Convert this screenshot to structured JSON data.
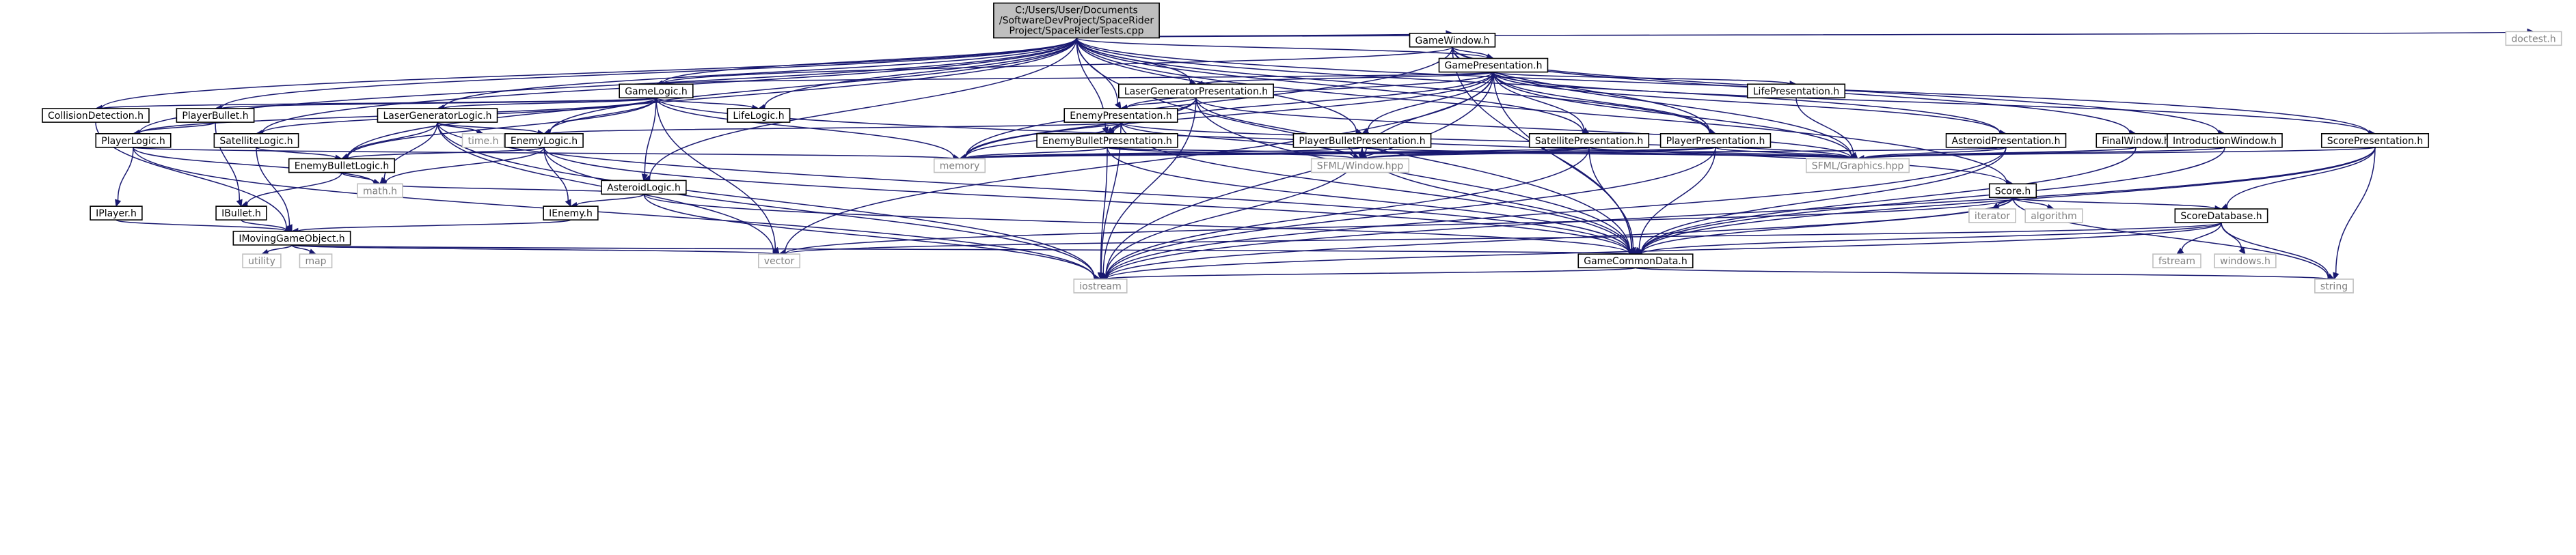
{
  "diagram": {
    "root": {
      "id": "root",
      "lines": [
        "C:/Users/User/Documents",
        "/SoftwareDevProject/SpaceRider",
        "Project/SpaceRiderTests.cpp"
      ]
    },
    "nodes": [
      {
        "id": "doctest",
        "label": "doctest.h",
        "external": true
      },
      {
        "id": "gamewindow",
        "label": "GameWindow.h"
      },
      {
        "id": "gamepres",
        "label": "GamePresentation.h"
      },
      {
        "id": "gamelogic",
        "label": "GameLogic.h"
      },
      {
        "id": "lasergenpres",
        "label": "LaserGeneratorPresentation.h"
      },
      {
        "id": "lifepres",
        "label": "LifePresentation.h"
      },
      {
        "id": "collision",
        "label": "CollisionDetection.h"
      },
      {
        "id": "playerbullet",
        "label": "PlayerBullet.h"
      },
      {
        "id": "lasergenlogic",
        "label": "LaserGeneratorLogic.h"
      },
      {
        "id": "lifelogic",
        "label": "LifeLogic.h"
      },
      {
        "id": "enemypres",
        "label": "EnemyPresentation.h"
      },
      {
        "id": "playerlogic",
        "label": "PlayerLogic.h"
      },
      {
        "id": "satellitelogic",
        "label": "SatelliteLogic.h"
      },
      {
        "id": "timeh",
        "label": "time.h",
        "external": true
      },
      {
        "id": "enemylogic",
        "label": "EnemyLogic.h"
      },
      {
        "id": "enemybulletpres",
        "label": "EnemyBulletPresentation.h"
      },
      {
        "id": "playerbulletpres",
        "label": "PlayerBulletPresentation.h"
      },
      {
        "id": "satellitepres",
        "label": "SatellitePresentation.h"
      },
      {
        "id": "playerpres",
        "label": "PlayerPresentation.h"
      },
      {
        "id": "asteroidpres",
        "label": "AsteroidPresentation.h"
      },
      {
        "id": "finalwindow",
        "label": "FinalWindow.h"
      },
      {
        "id": "introwindow",
        "label": "IntroductionWindow.h"
      },
      {
        "id": "scorepres",
        "label": "ScorePresentation.h"
      },
      {
        "id": "enemybulletlogic",
        "label": "EnemyBulletLogic.h"
      },
      {
        "id": "memory",
        "label": "memory",
        "external": true
      },
      {
        "id": "sfmlwindow",
        "label": "SFML/Window.hpp",
        "external": true
      },
      {
        "id": "sfmlgraphics",
        "label": "SFML/Graphics.hpp",
        "external": true
      },
      {
        "id": "asteroidlogic",
        "label": "AsteroidLogic.h"
      },
      {
        "id": "mathh",
        "label": "math.h",
        "external": true
      },
      {
        "id": "iplayer",
        "label": "IPlayer.h"
      },
      {
        "id": "ibullet",
        "label": "IBullet.h"
      },
      {
        "id": "ienemy",
        "label": "IEnemy.h"
      },
      {
        "id": "score",
        "label": "Score.h"
      },
      {
        "id": "imovinggameobject",
        "label": "IMovingGameObject.h"
      },
      {
        "id": "iterator",
        "label": "iterator",
        "external": true
      },
      {
        "id": "algorithm",
        "label": "algorithm",
        "external": true
      },
      {
        "id": "scoredb",
        "label": "ScoreDatabase.h"
      },
      {
        "id": "utility",
        "label": "utility",
        "external": true
      },
      {
        "id": "map",
        "label": "map",
        "external": true
      },
      {
        "id": "vector",
        "label": "vector",
        "external": true
      },
      {
        "id": "gamecommondata",
        "label": "GameCommonData.h"
      },
      {
        "id": "fstream",
        "label": "fstream",
        "external": true
      },
      {
        "id": "windowsh",
        "label": "windows.h",
        "external": true
      },
      {
        "id": "iostream",
        "label": "iostream",
        "external": true
      },
      {
        "id": "string",
        "label": "string",
        "external": true
      }
    ],
    "edges": [
      [
        "root",
        "doctest"
      ],
      [
        "root",
        "gamewindow"
      ],
      [
        "root",
        "gamepres"
      ],
      [
        "root",
        "gamelogic"
      ],
      [
        "root",
        "lasergenpres"
      ],
      [
        "root",
        "collision"
      ],
      [
        "root",
        "playerbullet"
      ],
      [
        "root",
        "lasergenlogic"
      ],
      [
        "root",
        "lifelogic"
      ],
      [
        "root",
        "enemypres"
      ],
      [
        "root",
        "playerlogic"
      ],
      [
        "root",
        "satellitelogic"
      ],
      [
        "root",
        "enemylogic"
      ],
      [
        "root",
        "enemybulletpres"
      ],
      [
        "root",
        "playerbulletpres"
      ],
      [
        "root",
        "satellitepres"
      ],
      [
        "root",
        "playerpres"
      ],
      [
        "root",
        "asteroidpres"
      ],
      [
        "root",
        "scorepres"
      ],
      [
        "root",
        "enemybulletlogic"
      ],
      [
        "root",
        "asteroidlogic"
      ],
      [
        "root",
        "score"
      ],
      [
        "root",
        "gamecommondata"
      ],
      [
        "gamewindow",
        "gamepres"
      ],
      [
        "gamewindow",
        "gamelogic"
      ],
      [
        "gamewindow",
        "finalwindow"
      ],
      [
        "gamewindow",
        "introwindow"
      ],
      [
        "gamewindow",
        "sfmlgraphics"
      ],
      [
        "gamewindow",
        "memory"
      ],
      [
        "gamewindow",
        "gamecommondata"
      ],
      [
        "gamewindow",
        "playerpres"
      ],
      [
        "gamepres",
        "gamelogic"
      ],
      [
        "gamepres",
        "lasergenpres"
      ],
      [
        "gamepres",
        "lifepres"
      ],
      [
        "gamepres",
        "enemypres"
      ],
      [
        "gamepres",
        "enemybulletpres"
      ],
      [
        "gamepres",
        "playerbulletpres"
      ],
      [
        "gamepres",
        "satellitepres"
      ],
      [
        "gamepres",
        "playerpres"
      ],
      [
        "gamepres",
        "asteroidpres"
      ],
      [
        "gamepres",
        "scorepres"
      ],
      [
        "gamepres",
        "memory"
      ],
      [
        "gamepres",
        "sfmlwindow"
      ],
      [
        "gamepres",
        "sfmlgraphics"
      ],
      [
        "gamepres",
        "vector"
      ],
      [
        "gamepres",
        "gamecommondata"
      ],
      [
        "gamepres",
        "iostream"
      ],
      [
        "gamelogic",
        "collision"
      ],
      [
        "gamelogic",
        "playerbullet"
      ],
      [
        "gamelogic",
        "lasergenlogic"
      ],
      [
        "gamelogic",
        "lifelogic"
      ],
      [
        "gamelogic",
        "playerlogic"
      ],
      [
        "gamelogic",
        "satellitelogic"
      ],
      [
        "gamelogic",
        "enemylogic"
      ],
      [
        "gamelogic",
        "enemybulletlogic"
      ],
      [
        "gamelogic",
        "asteroidlogic"
      ],
      [
        "gamelogic",
        "score"
      ],
      [
        "gamelogic",
        "memory"
      ],
      [
        "gamelogic",
        "vector"
      ],
      [
        "lasergenpres",
        "enemypres"
      ],
      [
        "lasergenpres",
        "enemybulletpres"
      ],
      [
        "lasergenpres",
        "sfmlwindow"
      ],
      [
        "lasergenpres",
        "sfmlgraphics"
      ],
      [
        "lasergenpres",
        "memory"
      ],
      [
        "lasergenpres",
        "gamecommondata"
      ],
      [
        "lasergenpres",
        "iostream"
      ],
      [
        "lifepres",
        "sfmlgraphics"
      ],
      [
        "collision",
        "imovinggameobject"
      ],
      [
        "playerbullet",
        "playerlogic"
      ],
      [
        "playerbullet",
        "ibullet"
      ],
      [
        "lasergenlogic",
        "enemylogic"
      ],
      [
        "lasergenlogic",
        "enemybulletlogic"
      ],
      [
        "lasergenlogic",
        "timeh"
      ],
      [
        "lasergenlogic",
        "mathh"
      ],
      [
        "lasergenlogic",
        "gamecommondata"
      ],
      [
        "lasergenlogic",
        "iostream"
      ],
      [
        "lasergenlogic",
        "vector"
      ],
      [
        "enemypres",
        "enemylogic"
      ],
      [
        "enemypres",
        "enemybulletpres"
      ],
      [
        "enemypres",
        "sfmlwindow"
      ],
      [
        "enemypres",
        "sfmlgraphics"
      ],
      [
        "enemypres",
        "memory"
      ],
      [
        "enemypres",
        "iostream"
      ],
      [
        "enemypres",
        "gamecommondata"
      ],
      [
        "playerlogic",
        "iplayer"
      ],
      [
        "playerlogic",
        "mathh"
      ],
      [
        "playerlogic",
        "memory"
      ],
      [
        "playerlogic",
        "iostream"
      ],
      [
        "satellitelogic",
        "enemybulletlogic"
      ],
      [
        "satellitelogic",
        "imovinggameobject"
      ],
      [
        "enemylogic",
        "enemybulletlogic"
      ],
      [
        "enemylogic",
        "ienemy"
      ],
      [
        "enemylogic",
        "mathh"
      ],
      [
        "enemylogic",
        "gamecommondata"
      ],
      [
        "enemylogic",
        "iostream"
      ],
      [
        "enemybulletpres",
        "sfmlwindow"
      ],
      [
        "enemybulletpres",
        "sfmlgraphics"
      ],
      [
        "enemybulletpres",
        "memory"
      ],
      [
        "enemybulletpres",
        "gamecommondata"
      ],
      [
        "enemybulletpres",
        "iostream"
      ],
      [
        "playerbulletpres",
        "sfmlwindow"
      ],
      [
        "playerbulletpres",
        "sfmlgraphics"
      ],
      [
        "playerbulletpres",
        "memory"
      ],
      [
        "playerbulletpres",
        "gamecommondata"
      ],
      [
        "playerbulletpres",
        "iostream"
      ],
      [
        "satellitepres",
        "sfmlwindow"
      ],
      [
        "satellitepres",
        "sfmlgraphics"
      ],
      [
        "satellitepres",
        "memory"
      ],
      [
        "satellitepres",
        "gamecommondata"
      ],
      [
        "satellitepres",
        "iostream"
      ],
      [
        "playerpres",
        "sfmlwindow"
      ],
      [
        "playerpres",
        "sfmlgraphics"
      ],
      [
        "playerpres",
        "memory"
      ],
      [
        "playerpres",
        "gamecommondata"
      ],
      [
        "playerpres",
        "iostream"
      ],
      [
        "asteroidpres",
        "sfmlgraphics"
      ],
      [
        "asteroidpres",
        "memory"
      ],
      [
        "asteroidpres",
        "gamecommondata"
      ],
      [
        "asteroidpres",
        "iostream"
      ],
      [
        "finalwindow",
        "sfmlgraphics"
      ],
      [
        "finalwindow",
        "gamecommondata"
      ],
      [
        "introwindow",
        "sfmlgraphics"
      ],
      [
        "introwindow",
        "gamecommondata"
      ],
      [
        "scorepres",
        "sfmlgraphics"
      ],
      [
        "scorepres",
        "scoredb"
      ],
      [
        "scorepres",
        "gamecommondata"
      ],
      [
        "scorepres",
        "string"
      ],
      [
        "scorepres",
        "iostream"
      ],
      [
        "enemybulletlogic",
        "ibullet"
      ],
      [
        "enemybulletlogic",
        "mathh"
      ],
      [
        "asteroidlogic",
        "mathh"
      ],
      [
        "asteroidlogic",
        "ienemy"
      ],
      [
        "asteroidlogic",
        "gamecommondata"
      ],
      [
        "asteroidlogic",
        "iostream"
      ],
      [
        "iplayer",
        "imovinggameobject"
      ],
      [
        "ibullet",
        "imovinggameobject"
      ],
      [
        "ienemy",
        "imovinggameobject"
      ],
      [
        "score",
        "iterator"
      ],
      [
        "score",
        "algorithm"
      ],
      [
        "score",
        "scoredb"
      ],
      [
        "score",
        "gamecommondata"
      ],
      [
        "score",
        "iostream"
      ],
      [
        "score",
        "string"
      ],
      [
        "score",
        "vector"
      ],
      [
        "imovinggameobject",
        "utility"
      ],
      [
        "imovinggameobject",
        "map"
      ],
      [
        "imovinggameobject",
        "vector"
      ],
      [
        "imovinggameobject",
        "gamecommondata"
      ],
      [
        "scoredb",
        "fstream"
      ],
      [
        "scoredb",
        "windowsh"
      ],
      [
        "scoredb",
        "string"
      ],
      [
        "scoredb",
        "gamecommondata"
      ],
      [
        "scoredb",
        "vector"
      ],
      [
        "scoredb",
        "iostream"
      ],
      [
        "gamecommondata",
        "iostream"
      ],
      [
        "gamecommondata",
        "string"
      ]
    ]
  }
}
